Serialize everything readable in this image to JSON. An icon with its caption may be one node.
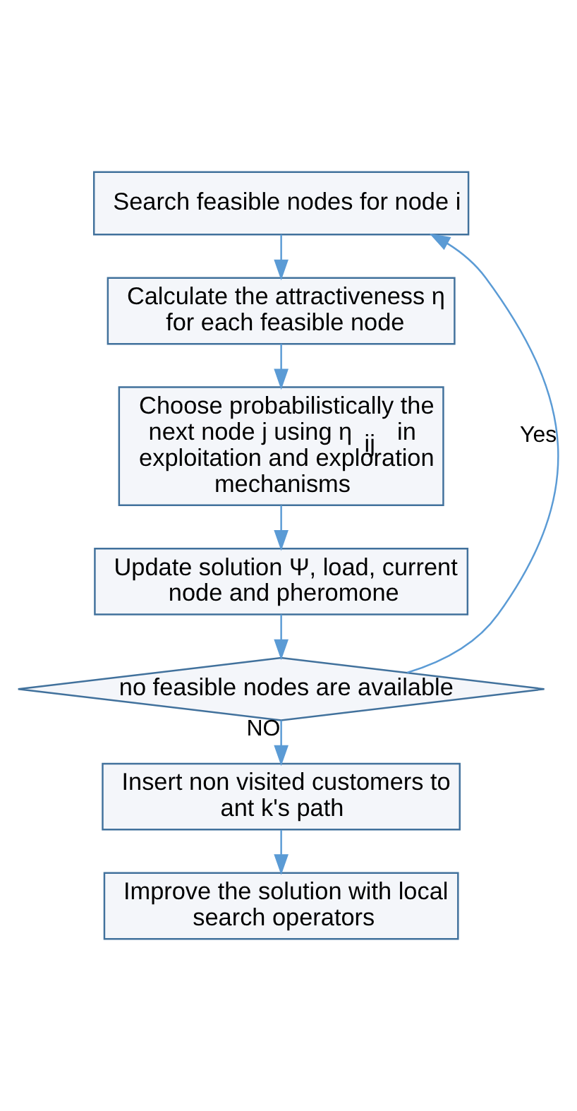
{
  "diagram": {
    "nodes": [
      {
        "text": [
          "Search feasible nodes for node i"
        ]
      },
      {
        "text": [
          "Calculate the attractiveness η for each feasible node"
        ]
      },
      {
        "text": [
          "Choose probabilistically the next node j using η$_{ij}$ in exploitation and exploration mechanisms"
        ]
      },
      {
        "text": [
          "Update solution Ψ, load, current node and pheromone"
        ]
      },
      {
        "text": [
          "no feasible nodes are available"
        ]
      },
      {
        "text": [
          "Insert non visited customers to ant k's path"
        ]
      },
      {
        "text": [
          "Improve the solution with local search operators"
        ]
      }
    ],
    "edges": [
      {
        "from": 0,
        "to": 1,
        "arrow": "to"
      },
      {
        "from": 1,
        "to": 2,
        "arrow": "to"
      },
      {
        "from": 2,
        "to": 3,
        "arrow": "to"
      },
      {
        "from": 3,
        "to": 4,
        "arrow": "to"
      },
      {
        "from": 4,
        "to": 0,
        "arrow": "to",
        "label": "Yes"
      },
      {
        "from": 4,
        "to": 5,
        "arrow": "to",
        "label": "NO"
      },
      {
        "from": 5,
        "to": 6,
        "arrow": "to"
      }
    ]
  }
}
